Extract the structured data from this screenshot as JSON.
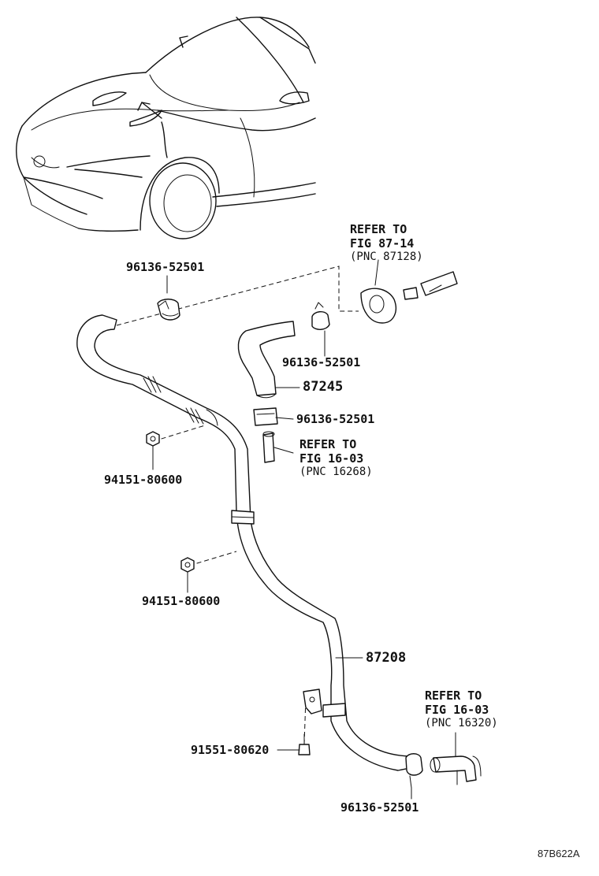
{
  "labels": {
    "refer_8714_line1": "REFER TO",
    "refer_8714_line2": "FIG 87-14",
    "refer_8714_line3": "(PNC 87128)",
    "clamp_top_left": "96136-52501",
    "clamp_top_right": "96136-52501",
    "hose_87245": "87245",
    "clamp_mid_right": "96136-52501",
    "refer_1603a_line1": "REFER TO",
    "refer_1603a_line2": "FIG 16-03",
    "refer_1603a_line3": "(PNC 16268)",
    "nut_upper": "94151-80600",
    "nut_lower": "94151-80600",
    "hose_87208": "87208",
    "refer_1603b_line1": "REFER TO",
    "refer_1603b_line2": "FIG 16-03",
    "refer_1603b_line3": "(PNC 16320)",
    "bolt": "91551-80620",
    "clamp_bottom": "96136-52501",
    "diagram_code": "87B622A"
  }
}
